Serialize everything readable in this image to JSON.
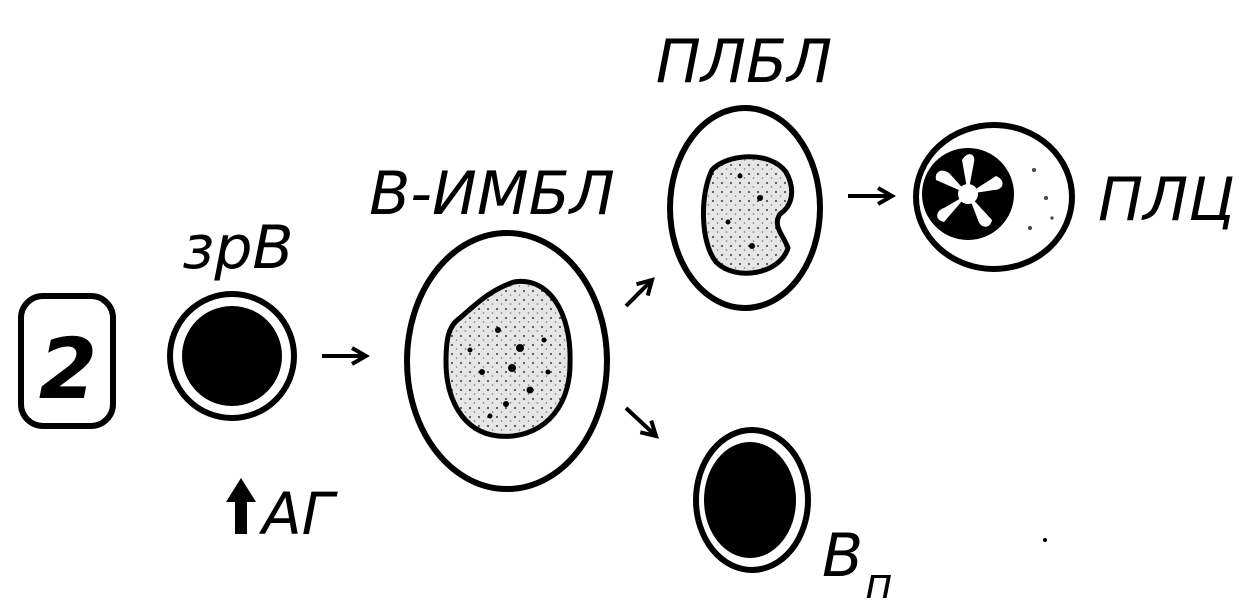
{
  "panel": {
    "number": "2"
  },
  "labels": {
    "mature_b": "зрВ",
    "antigen": "АГ",
    "immunoblast": "В-ИМБЛ",
    "plasmablast": "ПЛБЛ",
    "plasma_cell": "ПЛЦ",
    "memory_b_main": "В",
    "memory_b_sub": "п"
  },
  "colors": {
    "ink": "#000000",
    "paper": "#ffffff",
    "stipple": "#e4e4e4"
  },
  "icons": [
    "arrow-right-icon",
    "arrow-up-right-icon",
    "arrow-down-right-icon",
    "arrow-up-icon"
  ]
}
